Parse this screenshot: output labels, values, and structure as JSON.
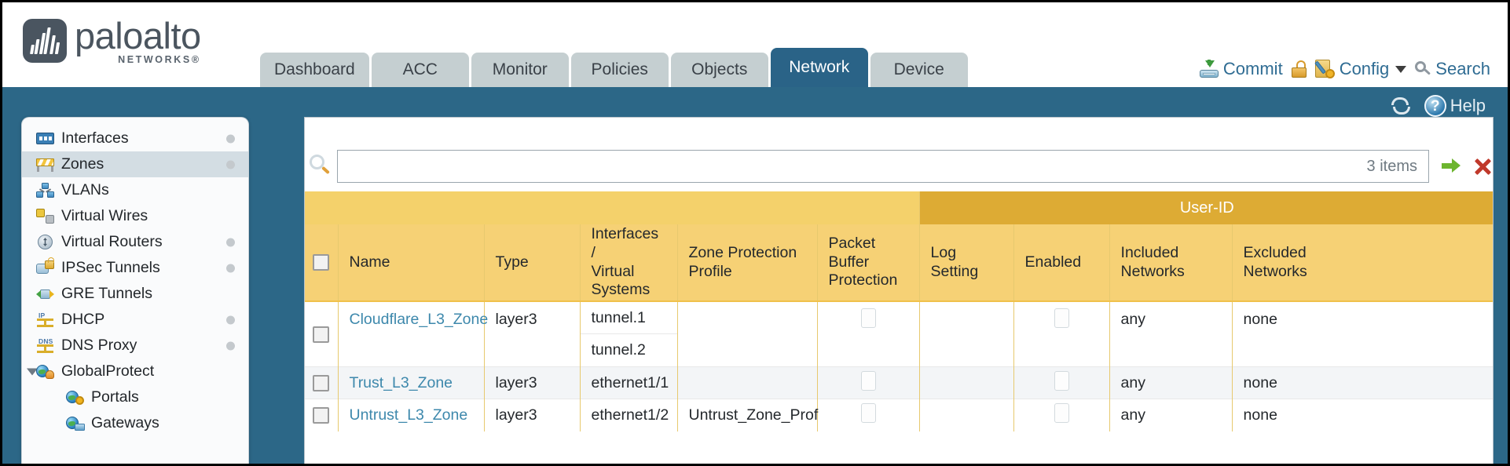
{
  "brand": {
    "name": "paloalto",
    "tagline": "NETWORKS",
    "registered": "®"
  },
  "nav": {
    "tabs": [
      {
        "label": "Dashboard",
        "active": false
      },
      {
        "label": "ACC",
        "active": false
      },
      {
        "label": "Monitor",
        "active": false
      },
      {
        "label": "Policies",
        "active": false
      },
      {
        "label": "Objects",
        "active": false
      },
      {
        "label": "Network",
        "active": true
      },
      {
        "label": "Device",
        "active": false
      }
    ]
  },
  "topactions": {
    "commit": "Commit",
    "config": "Config",
    "search": "Search",
    "lock_icon": "padlock-icon",
    "commit_icon": "commit-icon",
    "config_icon": "config-icon",
    "search_icon": "search-icon"
  },
  "toolbar": {
    "help": "Help",
    "refresh_icon": "refresh-icon",
    "help_icon": "help-icon"
  },
  "sidebar": {
    "items": [
      {
        "label": "Interfaces",
        "icon": "interfaces-icon",
        "selected": false,
        "dot": true,
        "child": false,
        "expander": false
      },
      {
        "label": "Zones",
        "icon": "zones-icon",
        "selected": true,
        "dot": true,
        "child": false,
        "expander": false
      },
      {
        "label": "VLANs",
        "icon": "vlans-icon",
        "selected": false,
        "dot": false,
        "child": false,
        "expander": false
      },
      {
        "label": "Virtual Wires",
        "icon": "virtual-wires-icon",
        "selected": false,
        "dot": false,
        "child": false,
        "expander": false
      },
      {
        "label": "Virtual Routers",
        "icon": "virtual-routers-icon",
        "selected": false,
        "dot": true,
        "child": false,
        "expander": false
      },
      {
        "label": "IPSec Tunnels",
        "icon": "ipsec-tunnels-icon",
        "selected": false,
        "dot": true,
        "child": false,
        "expander": false
      },
      {
        "label": "GRE Tunnels",
        "icon": "gre-tunnels-icon",
        "selected": false,
        "dot": false,
        "child": false,
        "expander": false
      },
      {
        "label": "DHCP",
        "icon": "dhcp-icon",
        "selected": false,
        "dot": true,
        "child": false,
        "expander": false
      },
      {
        "label": "DNS Proxy",
        "icon": "dns-proxy-icon",
        "selected": false,
        "dot": true,
        "child": false,
        "expander": false
      },
      {
        "label": "GlobalProtect",
        "icon": "globalprotect-icon",
        "selected": false,
        "dot": false,
        "child": false,
        "expander": true
      },
      {
        "label": "Portals",
        "icon": "portals-icon",
        "selected": false,
        "dot": false,
        "child": true,
        "expander": false
      },
      {
        "label": "Gateways",
        "icon": "gateways-icon",
        "selected": false,
        "dot": false,
        "child": true,
        "expander": false
      }
    ]
  },
  "search": {
    "value": "",
    "placeholder": "",
    "item_count": "3 items",
    "apply_icon": "apply-filter-icon",
    "clear_icon": "clear-filter-icon",
    "magnifier_icon": "search-icon"
  },
  "table": {
    "group_header": "User-ID",
    "columns": [
      "Name",
      "Type",
      "Interfaces / Virtual Systems",
      "Zone Protection Profile",
      "Packet Buffer Protection",
      "Log Setting",
      "Enabled",
      "Included Networks",
      "Excluded Networks"
    ],
    "col_interfaces_line1": "Interfaces /",
    "col_interfaces_line2": "Virtual",
    "col_interfaces_line3": "Systems",
    "col_zoneprot_line1": "Zone Protection",
    "col_zoneprot_line2": "Profile",
    "col_pbp_line1": "Packet Buffer",
    "col_pbp_line2": "Protection",
    "col_incl_line1": "Included",
    "col_incl_line2": "Networks",
    "col_excl_line1": "Excluded",
    "col_excl_line2": "Networks",
    "rows": [
      {
        "name": "Cloudflare_L3_Zone",
        "type": "layer3",
        "interfaces": [
          "tunnel.1",
          "tunnel.2"
        ],
        "zone_protection_profile": "",
        "packet_buffer_protection": false,
        "log_setting": "",
        "userid_enabled": false,
        "included_networks": "any",
        "excluded_networks": "none"
      },
      {
        "name": "Trust_L3_Zone",
        "type": "layer3",
        "interfaces": [
          "ethernet1/1"
        ],
        "zone_protection_profile": "",
        "packet_buffer_protection": false,
        "log_setting": "",
        "userid_enabled": false,
        "included_networks": "any",
        "excluded_networks": "none"
      },
      {
        "name": "Untrust_L3_Zone",
        "type": "layer3",
        "interfaces": [
          "ethernet1/2"
        ],
        "zone_protection_profile": "Untrust_Zone_Prof",
        "packet_buffer_protection": false,
        "log_setting": "",
        "userid_enabled": false,
        "included_networks": "any",
        "excluded_networks": "none"
      }
    ]
  },
  "colors": {
    "header_blue": "#2c6787",
    "tab_inactive": "#c5cfd1",
    "table_header_yellow": "#f6d175",
    "userid_yellow": "#ddab34",
    "link_blue": "#3d88ac"
  }
}
